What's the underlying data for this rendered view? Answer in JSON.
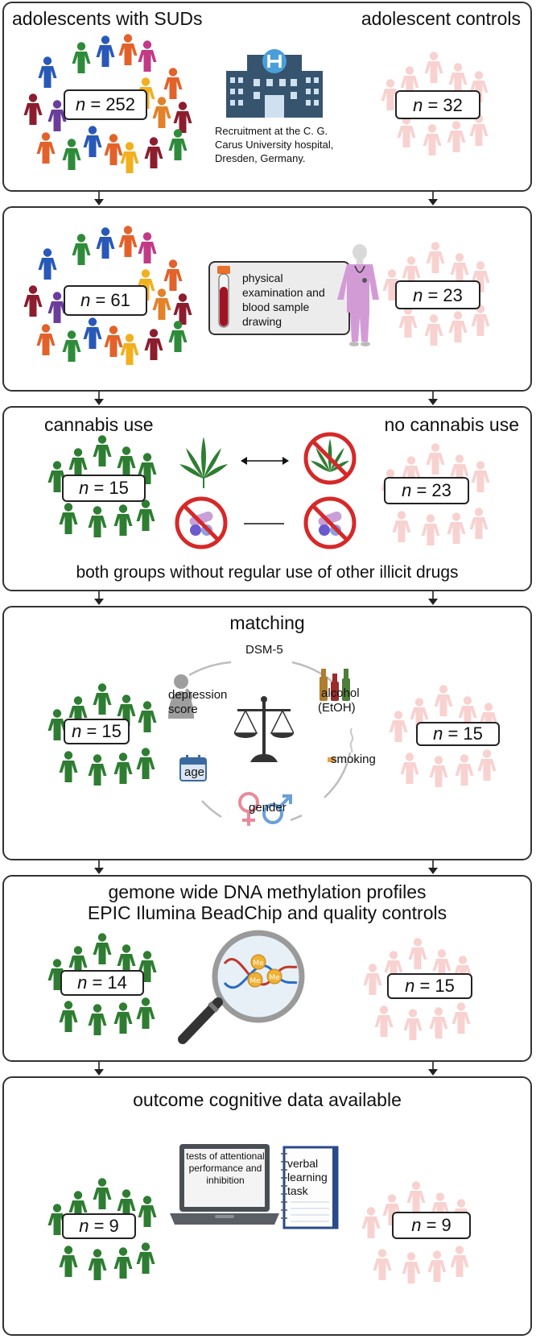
{
  "panels": [
    {
      "left_title": "adolescents with SUDs",
      "right_title": "adolescent controls",
      "left_n": "252",
      "right_n": "32",
      "recruitment_text": "Recruitment at the C. G. Carus University hospital, Dresden, Germany."
    },
    {
      "left_n": "61",
      "right_n": "23",
      "exam_text": "physical examination and blood sample drawing"
    },
    {
      "left_title": "cannabis use",
      "right_title": "no cannabis use",
      "left_n": "15",
      "right_n": "23",
      "footer": "both groups without regular use of other illicit drugs"
    },
    {
      "title": "matching",
      "left_n": "15",
      "right_n": "15",
      "criteria": {
        "dsm": "DSM-5",
        "depression_1": "depression",
        "depression_2": "score",
        "alcohol_1": "alcohol",
        "alcohol_2": "(EtOH)",
        "smoking": "smoking",
        "age": "age",
        "gender": "gender"
      }
    },
    {
      "title_1": "gemone wide DNA methylation profiles",
      "title_2": "EPIC Ilumina BeadChip and quality controls",
      "left_n": "14",
      "right_n": "15",
      "me_label": "Me"
    },
    {
      "title": "outcome cognitive data available",
      "left_n": "9",
      "right_n": "9",
      "laptop_text": "tests of attentional performance and inhibition",
      "notebook_text": "verbal learning task"
    }
  ],
  "n_symbol": "n",
  "n_eq": " = ",
  "colors": {
    "cannabis_green": "#2e7d32",
    "control_pink": "#f8d2d0",
    "border": "#333333",
    "hospital": "#37546e",
    "forbidden_red": "#d62828"
  }
}
